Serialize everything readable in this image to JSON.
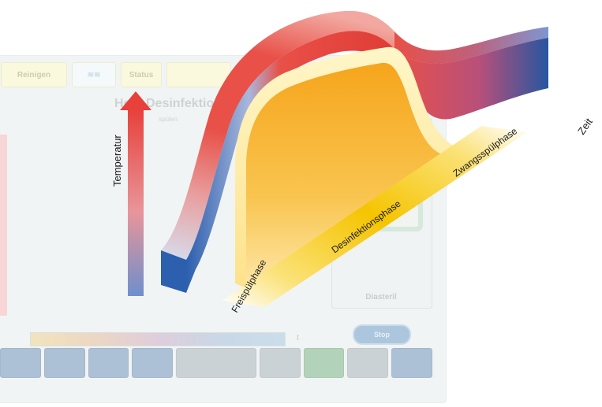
{
  "background_panel": {
    "top_buttons": [
      "Reinigen",
      "≋≋",
      "Status",
      ""
    ],
    "title": "Heiß-Desinfektion",
    "subtitle": "spülen",
    "window_label": "Diasteril",
    "stop_label": "Stop",
    "t_label": "t",
    "bottom_buttons": [
      "",
      "",
      "",
      "",
      "",
      "",
      "",
      "",
      ""
    ]
  },
  "diagram": {
    "y_axis_label": "Temperatur",
    "x_axis_label": "Zeit",
    "phases": [
      "Freispülphase",
      "Desinfektionsphase",
      "Zwangsspülphase"
    ],
    "colors": {
      "hot": "#e8403a",
      "cold": "#2f5fa8",
      "phase_fill": "#f9bd2a",
      "phase_band": "#f5c400"
    }
  }
}
